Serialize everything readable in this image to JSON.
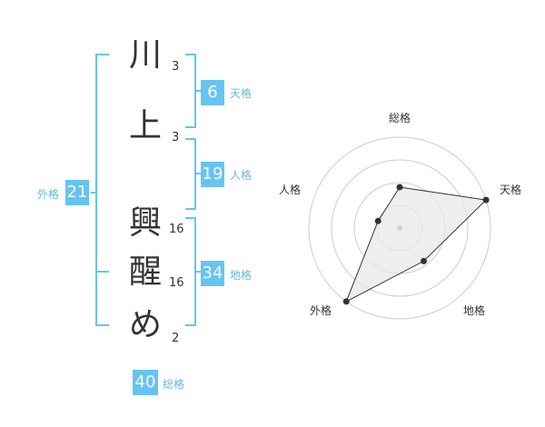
{
  "name": {
    "characters": [
      {
        "char": "川",
        "strokes": "3"
      },
      {
        "char": "上",
        "strokes": "3"
      },
      {
        "char": "興",
        "strokes": "16"
      },
      {
        "char": "醒",
        "strokes": "16"
      },
      {
        "char": "め",
        "strokes": "2"
      }
    ]
  },
  "fortunes": {
    "tenkaku": {
      "value": "6",
      "label": "天格"
    },
    "jinkaku": {
      "value": "19",
      "label": "人格"
    },
    "chikaku": {
      "value": "34",
      "label": "地格"
    },
    "gaikaku": {
      "value": "21",
      "label": "外格"
    },
    "soukaku": {
      "value": "40",
      "label": "総格"
    }
  },
  "chart_data": {
    "type": "radar",
    "axes": [
      "総格",
      "天格",
      "地格",
      "外格",
      "人格"
    ],
    "values": [
      0.45,
      1.0,
      0.45,
      1.0,
      0.25
    ],
    "rings": 4
  },
  "colors": {
    "accent": "#66c4f2",
    "accent_text": "#66b8e6",
    "bracket": "#66c4f2",
    "radar_fill": "#e8e8e8",
    "radar_line": "#333333"
  }
}
